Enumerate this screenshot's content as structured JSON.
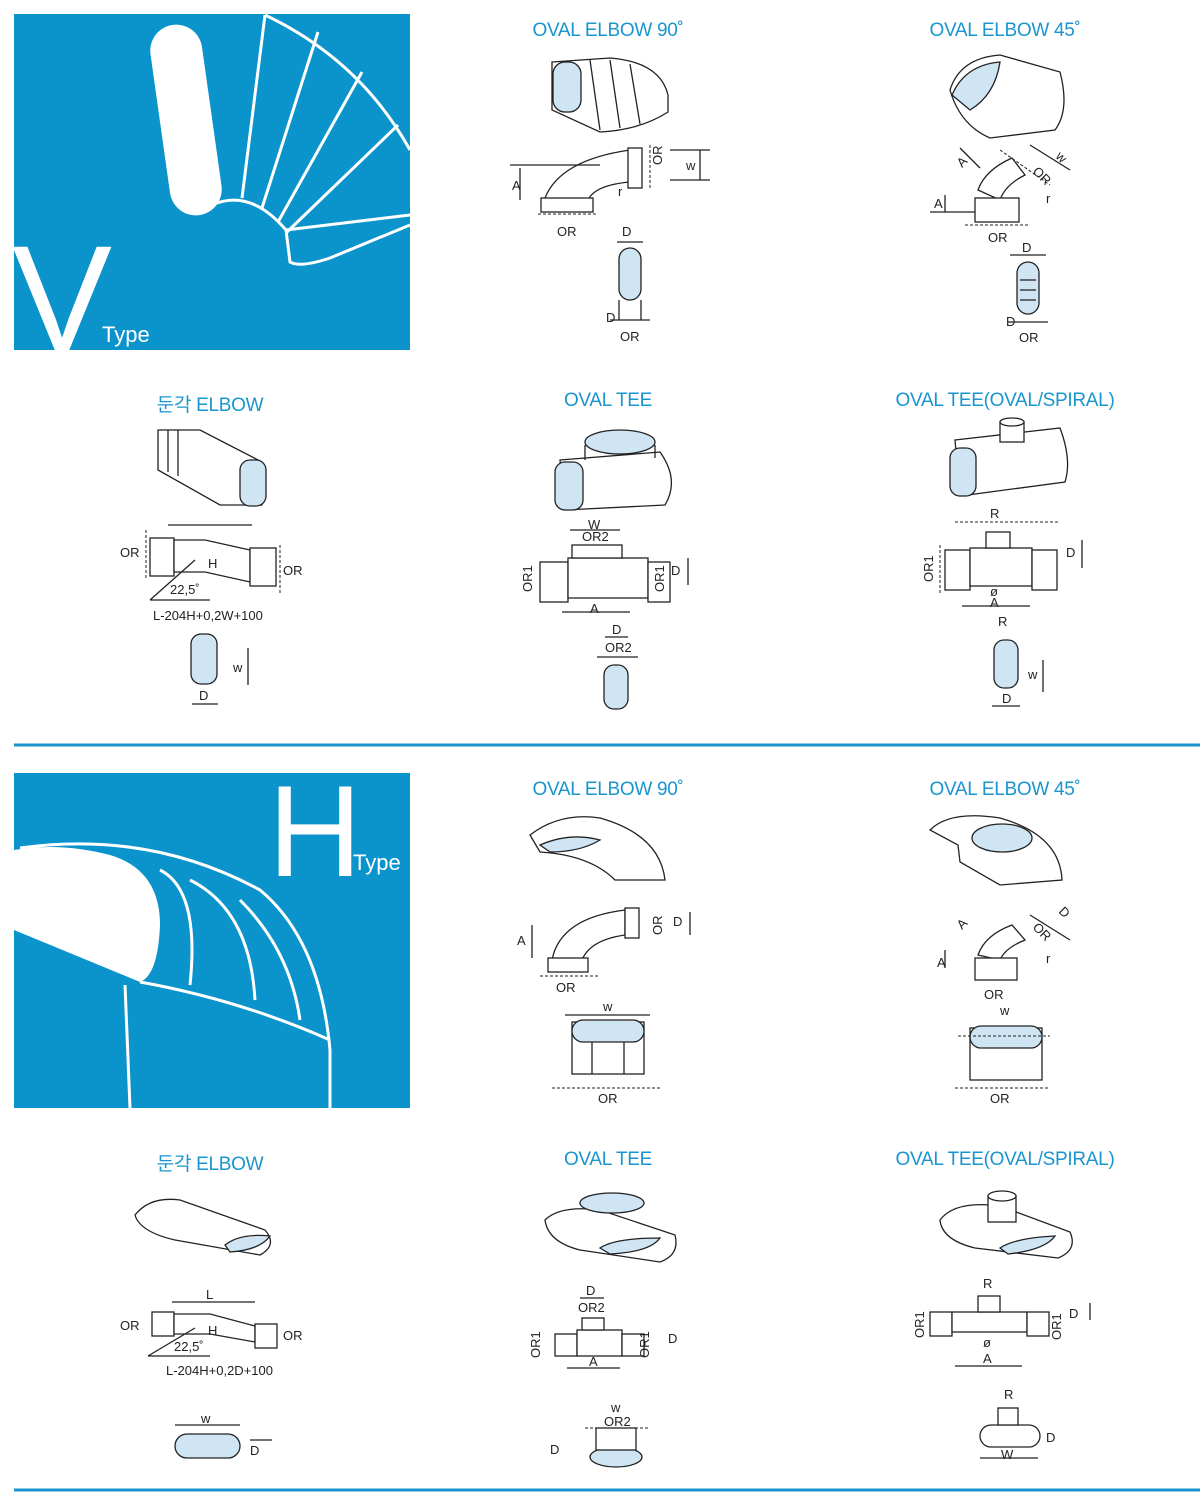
{
  "colors": {
    "brand_blue": "#0b93cc",
    "title_blue": "#1a95cf",
    "face_blue": "#cfe5f4"
  },
  "sections": [
    {
      "type_letter": "V",
      "type_word": "Type",
      "items": [
        {
          "title": "OVAL ELBOW 90˚",
          "labels": [
            "A",
            "OR",
            "w",
            "r",
            "OR",
            "D",
            "D",
            "OR"
          ]
        },
        {
          "title": "OVAL ELBOW 45˚",
          "labels": [
            "A",
            "w",
            "OR",
            "r",
            "A",
            "OR",
            "D",
            "D",
            "OR"
          ]
        },
        {
          "title": "둔각 ELBOW",
          "labels": [
            "OR",
            "H",
            "OR",
            "22,5˚",
            "L-204H+0,2W+100",
            "w",
            "D"
          ]
        },
        {
          "title": "OVAL TEE",
          "labels": [
            "W",
            "OR2",
            "OR1",
            "OR1",
            "D",
            "A",
            "D",
            "OR2"
          ]
        },
        {
          "title": "OVAL TEE(OVAL/SPIRAL)",
          "labels": [
            "R",
            "OR1",
            "D",
            "ø",
            "A",
            "R",
            "w",
            "D"
          ]
        }
      ]
    },
    {
      "type_letter": "H",
      "type_word": "Type",
      "items": [
        {
          "title": "OVAL ELBOW 90˚",
          "labels": [
            "A",
            "OR",
            "D",
            "OR",
            "w",
            "OR"
          ]
        },
        {
          "title": "OVAL ELBOW 45˚",
          "labels": [
            "A",
            "D",
            "OR",
            "r",
            "A",
            "OR",
            "w",
            "OR"
          ]
        },
        {
          "title": "둔각 ELBOW",
          "labels": [
            "L",
            "OR",
            "H",
            "OR",
            "22,5˚",
            "L-204H+0,2D+100",
            "w",
            "D"
          ]
        },
        {
          "title": "OVAL TEE",
          "labels": [
            "D",
            "OR2",
            "OR1",
            "OR1",
            "D",
            "A",
            "w",
            "OR2",
            "D"
          ]
        },
        {
          "title": "OVAL TEE(OVAL/SPIRAL)",
          "labels": [
            "R",
            "OR1",
            "ø",
            "OR1",
            "D",
            "A",
            "R",
            "D",
            "W"
          ]
        }
      ]
    }
  ]
}
